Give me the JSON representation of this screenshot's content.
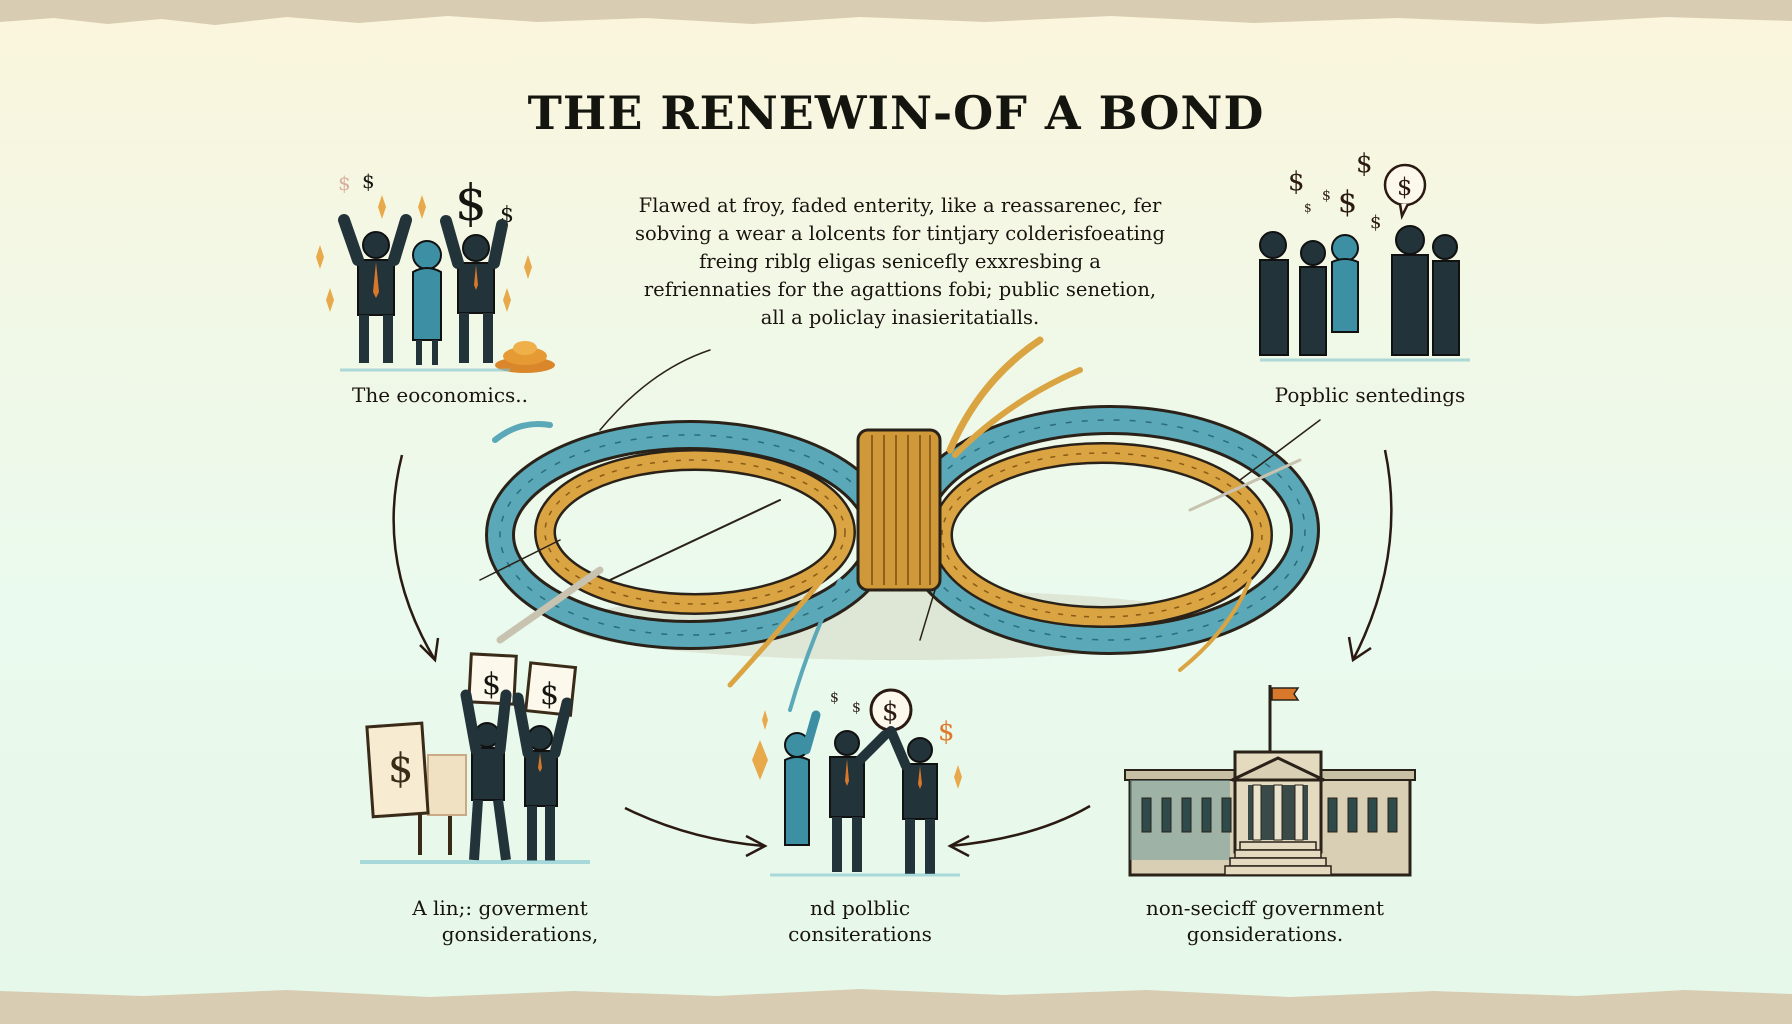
{
  "title": "THE RENEWIN-OF A BOND",
  "intro_paragraph": {
    "lines": [
      "Flawed at froy, faded enterity, like a reassarenec, fer",
      "sobving a wear a lolcents for tintjary colderisfoeating",
      "freing riblg eligas senicefly exxresbing a",
      "refriennaties for the agattions fobi; public senetion,",
      "all a policlay inasieritatialls."
    ]
  },
  "center_illustration": {
    "subject": "frayed twisted rope tied in a figure-eight knot",
    "colors": {
      "blue_strand": "#5aa8b8",
      "gold_strand": "#d9a441",
      "outline": "#2a2218"
    }
  },
  "panels": [
    {
      "id": "top-left",
      "label": "The eoconomics..",
      "scene": "business figures cheering with dollar signs and a pile of coins"
    },
    {
      "id": "top-right",
      "label": "Popblic sentedings",
      "scene": "group holding hands beneath dollar signs and a speech bubble"
    },
    {
      "id": "bottom-left",
      "label_lines": [
        "A lin;: goverment",
        "gonsiderations,"
      ],
      "scene": "two figures holding dollar signs beside an easel"
    },
    {
      "id": "bottom-center",
      "label_lines": [
        "nd polblic",
        "consiterations"
      ],
      "scene": "three figures reaching for a dollar coin"
    },
    {
      "id": "bottom-right",
      "label_lines": [
        "non-secicff government",
        "gonsiderations."
      ],
      "scene": "classical government building with flag"
    }
  ],
  "arrows": [
    {
      "from": "top-left",
      "to": "bottom-left"
    },
    {
      "from": "top-right",
      "to": "bottom-right"
    },
    {
      "from": "bottom-left",
      "to": "bottom-center"
    },
    {
      "from": "bottom-right",
      "to": "bottom-center"
    }
  ],
  "palette": {
    "paper_top": "#fbf5dc",
    "paper_bottom": "#e6f8ea",
    "torn_edge": "#d8ccb2",
    "ink": "#151510",
    "suit": "#22333a",
    "teal_figure": "#3d8fa3",
    "tie_orange": "#d9782a",
    "sparkle": "#e8a94a"
  }
}
